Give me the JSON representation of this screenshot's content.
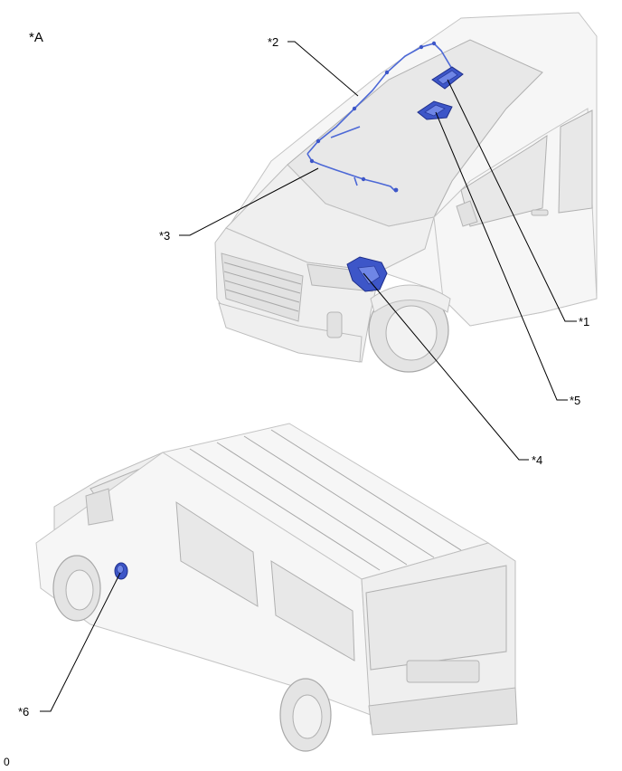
{
  "view_label": "*A",
  "footer_code": "0",
  "callouts": [
    {
      "id": "1",
      "label": "*1"
    },
    {
      "id": "2",
      "label": "*2"
    },
    {
      "id": "3",
      "label": "*3"
    },
    {
      "id": "4",
      "label": "*4"
    },
    {
      "id": "5",
      "label": "*5"
    },
    {
      "id": "6",
      "label": "*6"
    }
  ],
  "colors": {
    "component": "#3d56c8",
    "vehicle": "#efefef",
    "leader_line": "#000000"
  }
}
